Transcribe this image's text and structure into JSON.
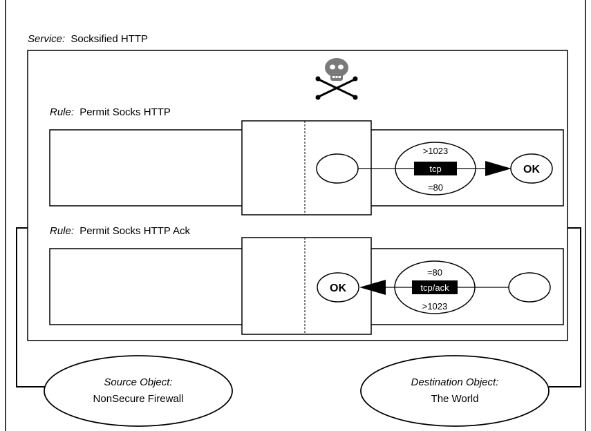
{
  "service": {
    "label": "Service:",
    "name": "Socksified HTTP"
  },
  "skull_icon": "skull-and-crossbones",
  "rules": [
    {
      "label": "Rule:",
      "name": "Permit Socks HTTP",
      "port_top": ">1023",
      "protocol": "tcp",
      "port_bottom": "=80",
      "result": "OK"
    },
    {
      "label": "Rule:",
      "name": "Permit Socks HTTP Ack",
      "port_top": "=80",
      "protocol": "tcp/ack",
      "port_bottom": ">1023",
      "result": "OK"
    }
  ],
  "source": {
    "label": "Source Object:",
    "name": "NonSecure Firewall"
  },
  "destination": {
    "label": "Destination Object:",
    "name": "The World"
  }
}
